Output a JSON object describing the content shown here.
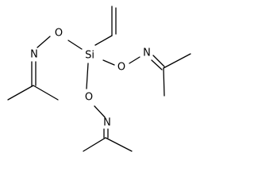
{
  "molecule": {
    "atoms": {
      "si": "Si",
      "o_left": "O",
      "o_right": "O",
      "o_bottom": "O",
      "n_left": "N",
      "n_right": "N",
      "n_bottom": "N"
    }
  },
  "colors": {
    "bond": "#000000",
    "label": "#000000",
    "background": "#ffffff"
  }
}
